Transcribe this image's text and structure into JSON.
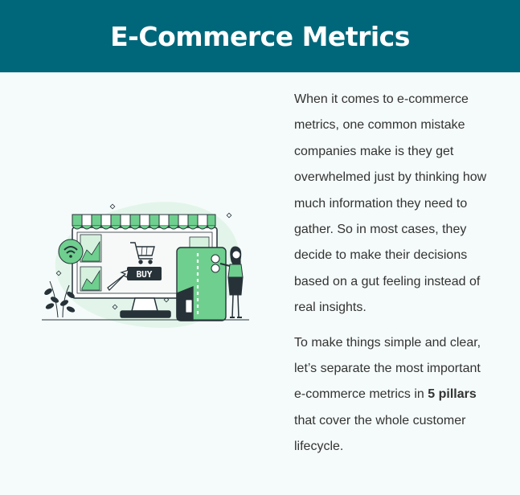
{
  "header": {
    "title": "E-Commerce Metrics"
  },
  "illustration": {
    "buy_label": "BUY",
    "icons": [
      "shop-awning",
      "wifi-icon",
      "cart-icon",
      "cursor-arrow-icon",
      "credit-card",
      "person",
      "plant"
    ],
    "colors": {
      "accent": "#6fcf8e",
      "light_accent": "#d6f2df",
      "dark": "#263238",
      "header_bg": "#00677a"
    }
  },
  "content": {
    "paragraph1": "When it comes to e-commerce metrics, one common mistake companies make is they get overwhelmed just by thinking how much information they need to gather. So in most cases, they decide to make their decisions based on a gut feeling instead of real insights.",
    "paragraph2_before": "To make things simple and clear, let’s separate the most important e-commerce metrics in ",
    "paragraph2_bold": "5 pillars",
    "paragraph2_after": " that cover the whole customer lifecycle."
  }
}
